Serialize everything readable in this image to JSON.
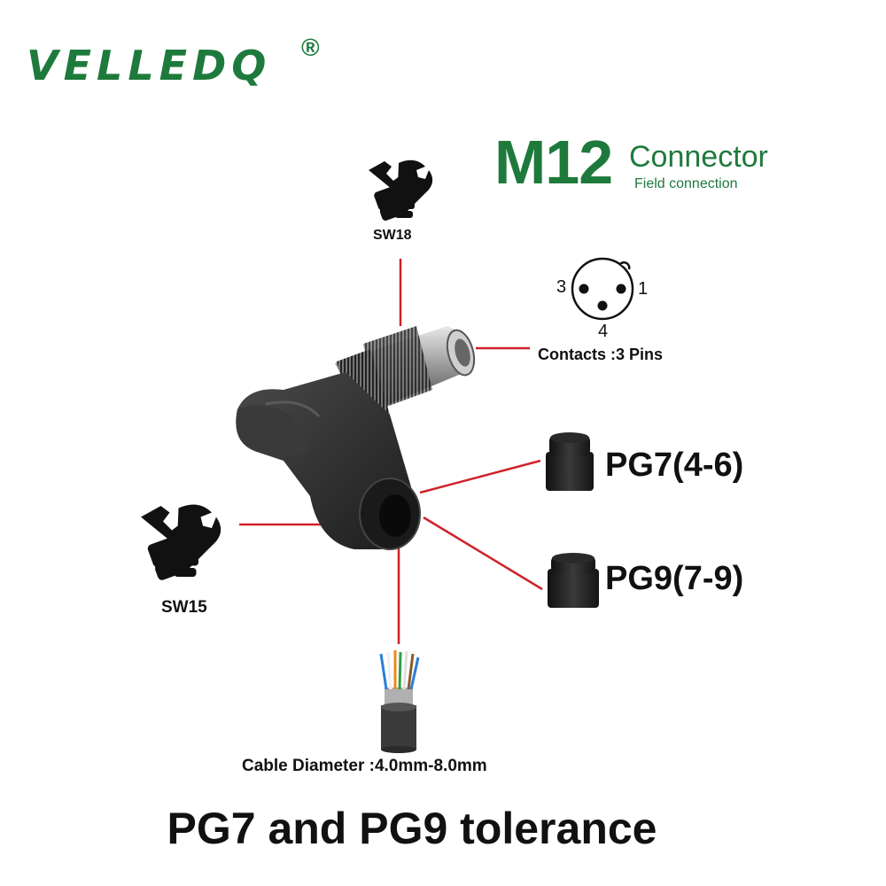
{
  "brand": {
    "name": "VELLEDQ",
    "registered_mark": "®",
    "color": "#1e7a3c"
  },
  "header": {
    "title": "M12",
    "subtitle": "Connector",
    "caption": "Field connection"
  },
  "wrench_labels": {
    "top": "SW18",
    "left": "SW15"
  },
  "pinout": {
    "pins": [
      "1",
      "3",
      "4"
    ],
    "caption": "Contacts :3 Pins"
  },
  "glands": [
    {
      "label": "PG7(4-6)"
    },
    {
      "label": "PG9(7-9)"
    }
  ],
  "cable": {
    "caption": "Cable Diameter :4.0mm-8.0mm"
  },
  "footer": {
    "text": "PG7 and PG9 tolerance"
  },
  "colors": {
    "leader_line": "#d0222a",
    "accent": "#1e7a3c",
    "connector_body": "#2b2b2b"
  },
  "icons": [
    "wrench-hand-icon",
    "pinout-diagram",
    "m12-connector-image",
    "cable-gland-icon",
    "cable-icon"
  ]
}
